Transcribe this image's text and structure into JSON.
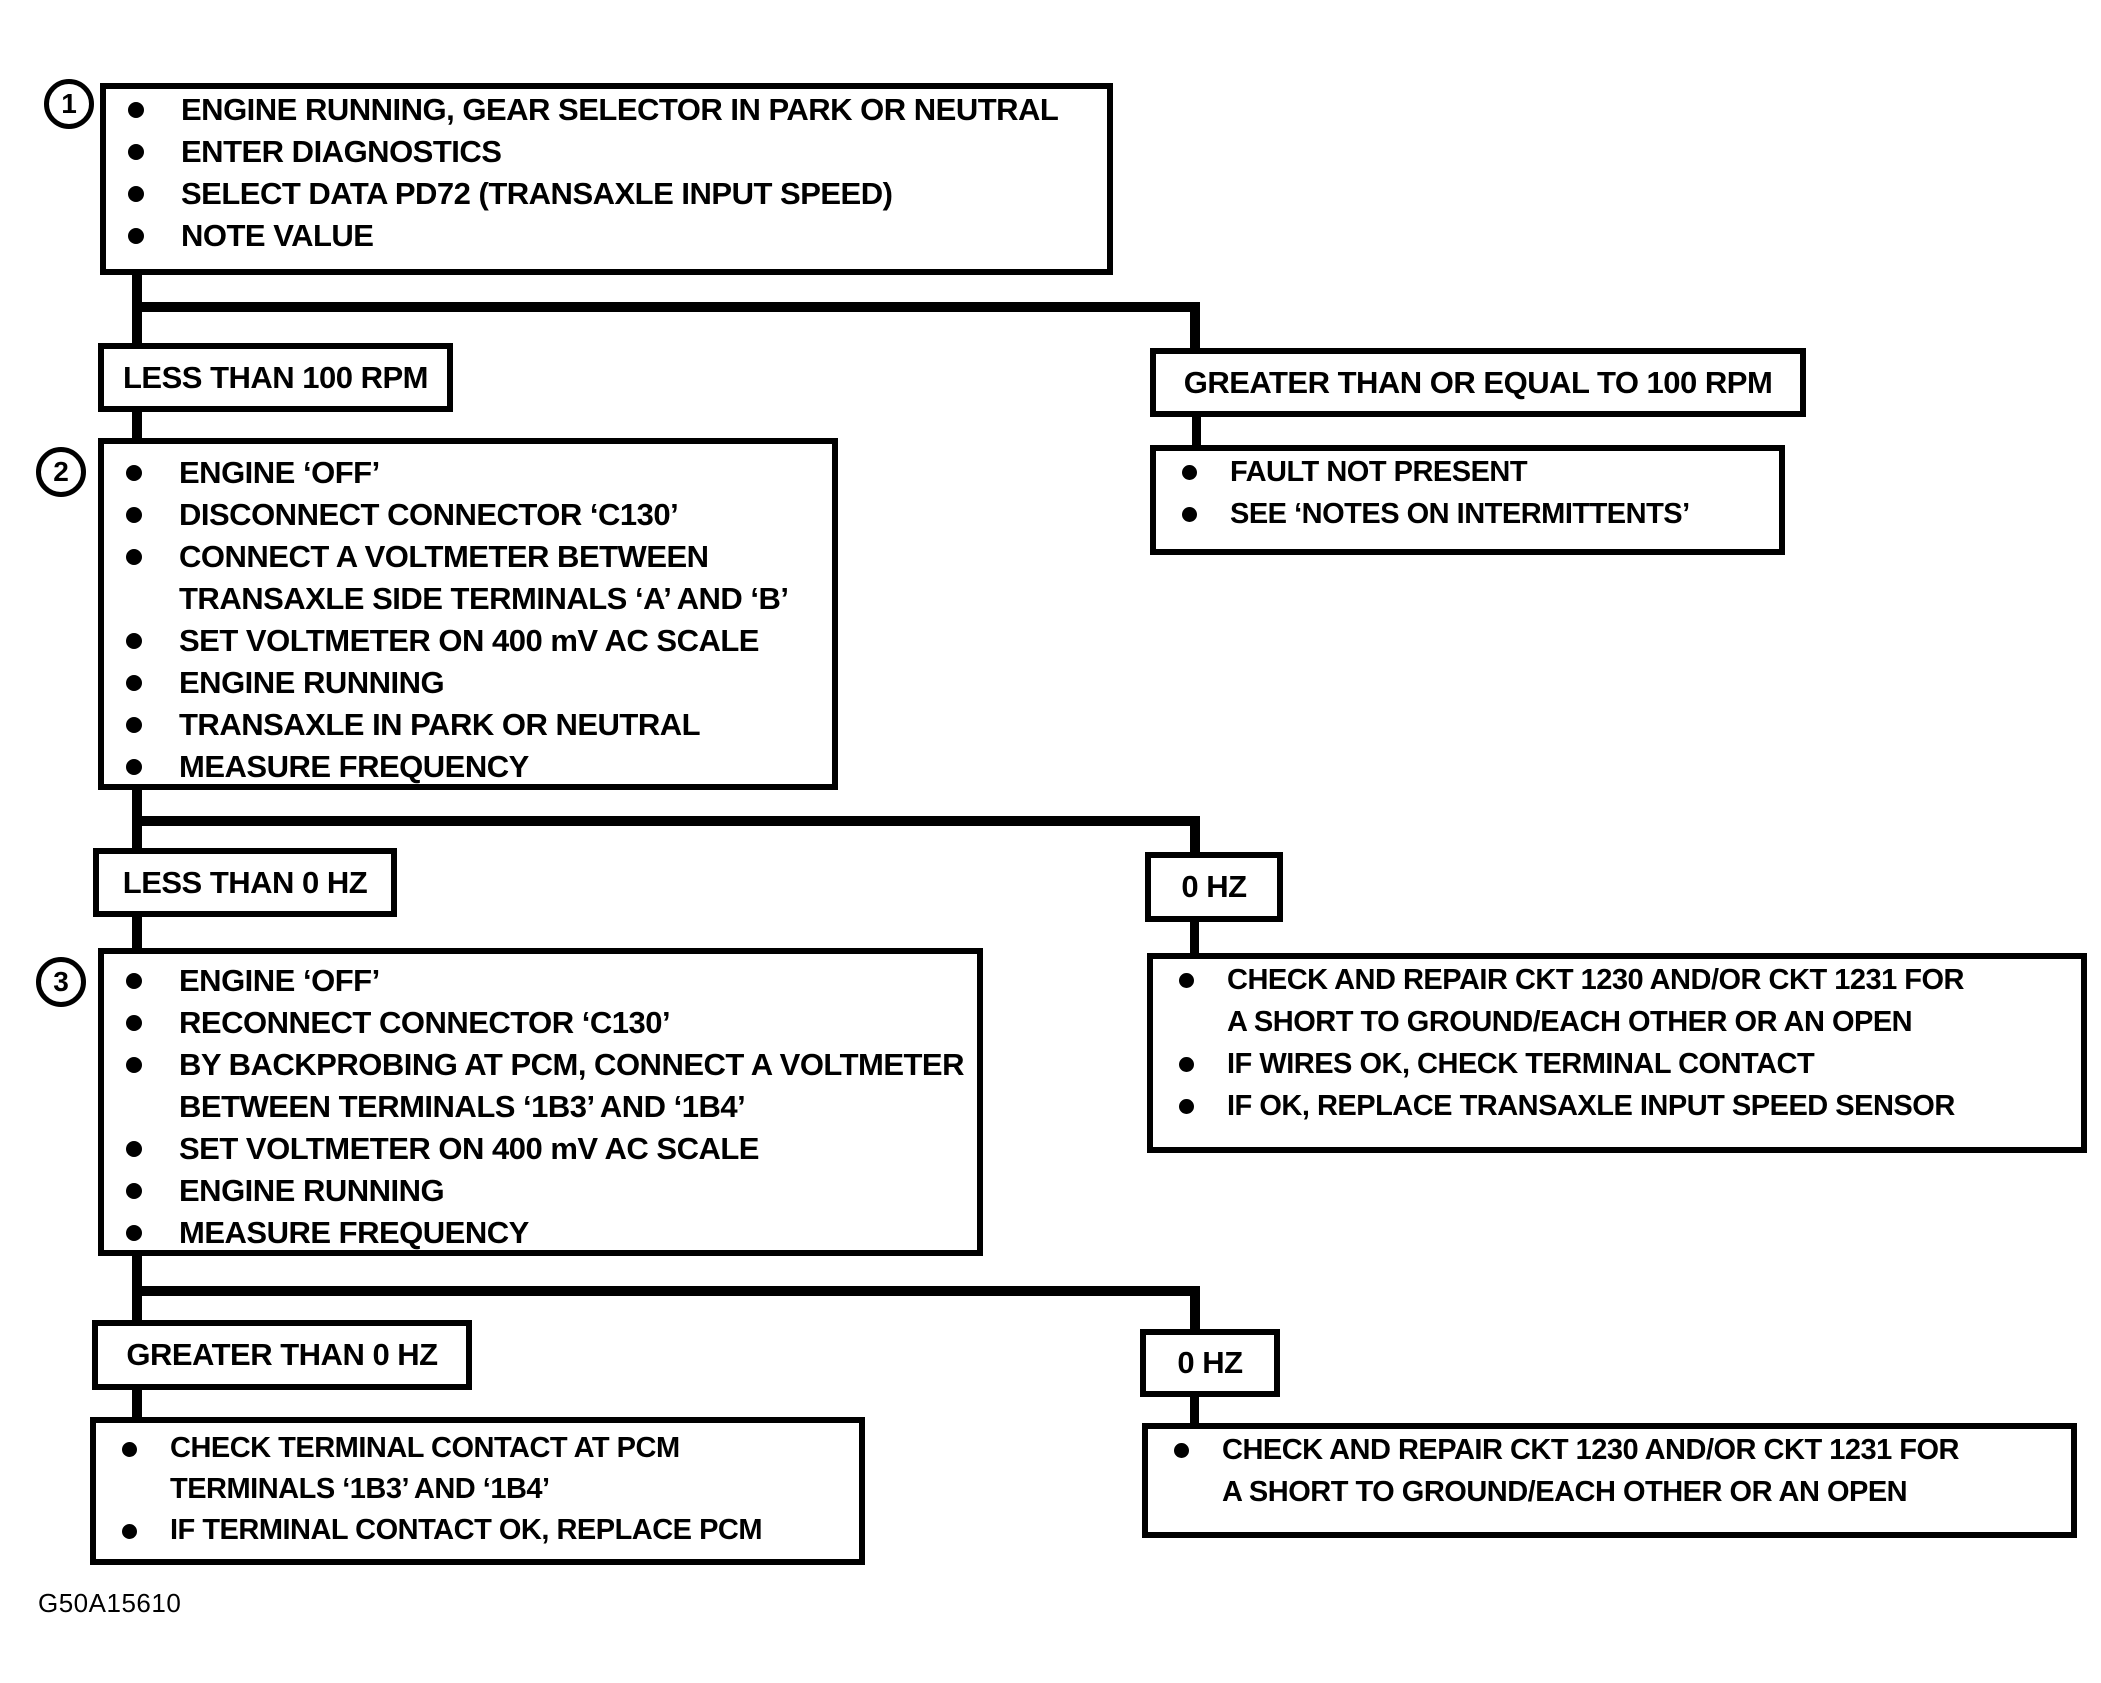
{
  "figure_label": "G50A15610",
  "colors": {
    "ink": "#000000",
    "paper": "#ffffff"
  },
  "nodes": {
    "step1": {
      "number": "1",
      "bullets": [
        "ENGINE RUNNING, GEAR SELECTOR IN PARK OR NEUTRAL",
        "ENTER DIAGNOSTICS",
        "SELECT DATA PD72 (TRANSAXLE INPUT SPEED)",
        "NOTE VALUE"
      ]
    },
    "branch1": {
      "left": "LESS THAN 100 RPM",
      "right": "GREATER THAN OR EQUAL TO 100 RPM"
    },
    "fault_result": {
      "bullets": [
        "FAULT NOT PRESENT",
        "SEE ‘NOTES ON INTERMITTENTS’"
      ]
    },
    "step2": {
      "number": "2",
      "bullets": [
        "ENGINE ‘OFF’",
        "DISCONNECT CONNECTOR ‘C130’",
        "CONNECT A VOLTMETER BETWEEN\nTRANSAXLE SIDE TERMINALS ‘A’ AND ‘B’",
        "SET VOLTMETER ON 400 mV AC SCALE",
        "ENGINE RUNNING",
        "TRANSAXLE IN PARK OR NEUTRAL"
      ],
      "measure_prefix": "MEASURE",
      "measure_word": "FREQUENCY"
    },
    "branch2": {
      "left": "LESS THAN 0 HZ",
      "right": "0 HZ"
    },
    "ckt_result_top": {
      "bullets": [
        "CHECK AND REPAIR CKT 1230 AND/OR CKT 1231 FOR\nA SHORT TO GROUND/EACH OTHER OR AN OPEN",
        "IF WIRES OK, CHECK TERMINAL CONTACT",
        "IF OK, REPLACE TRANSAXLE INPUT SPEED SENSOR"
      ]
    },
    "step3": {
      "number": "3",
      "bullets": [
        "ENGINE ‘OFF’",
        "RECONNECT CONNECTOR ‘C130’",
        "BY BACKPROBING AT PCM, CONNECT A VOLTMETER\nBETWEEN TERMINALS ‘1B3’ AND ‘1B4’",
        "SET VOLTMETER ON 400 mV AC SCALE",
        "ENGINE RUNNING"
      ],
      "measure_prefix": "MEASURE",
      "measure_word": "FREQUENCY"
    },
    "branch3": {
      "left": "GREATER THAN 0 HZ",
      "right": "0 HZ"
    },
    "pcm_result": {
      "bullets": [
        "CHECK TERMINAL CONTACT AT PCM\nTERMINALS ‘1B3’ AND ‘1B4’",
        "IF TERMINAL CONTACT OK, REPLACE PCM"
      ]
    },
    "ckt_result_bottom": {
      "bullets": [
        "CHECK AND REPAIR CKT 1230 AND/OR CKT 1231 FOR\nA SHORT TO GROUND/EACH OTHER OR AN OPEN"
      ]
    }
  }
}
